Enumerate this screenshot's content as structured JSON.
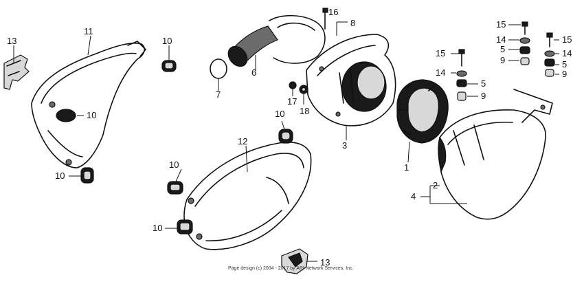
{
  "diagram": {
    "parts": [
      {
        "id": "p1",
        "label": "1"
      },
      {
        "id": "p2",
        "label": "2"
      },
      {
        "id": "p3",
        "label": "3"
      },
      {
        "id": "p4",
        "label": "4"
      },
      {
        "id": "p6",
        "label": "6"
      },
      {
        "id": "p7",
        "label": "7"
      },
      {
        "id": "p8",
        "label": "8"
      },
      {
        "id": "p11",
        "label": "11"
      },
      {
        "id": "p12",
        "label": "12"
      },
      {
        "id": "p13a",
        "label": "13"
      },
      {
        "id": "p13b",
        "label": "13"
      },
      {
        "id": "p16",
        "label": "16"
      },
      {
        "id": "p17",
        "label": "17"
      },
      {
        "id": "p18",
        "label": "18"
      }
    ],
    "grommet_labels": [
      "10",
      "10",
      "10",
      "10",
      "10",
      "10"
    ],
    "hardware_labels": {
      "bolt_left": "15",
      "washer_left": "14",
      "rubber_left": "5",
      "collar_left": "9",
      "bolt_mid": "15",
      "washer_mid": "14",
      "rubber_mid": "5",
      "collar_mid": "9",
      "bolt_right": "15",
      "washer_right": "14",
      "rubber_right": "5",
      "collar_right": "9"
    },
    "copyright": "Page design (c) 2004 - 2017 by ARI Network Services, Inc."
  }
}
